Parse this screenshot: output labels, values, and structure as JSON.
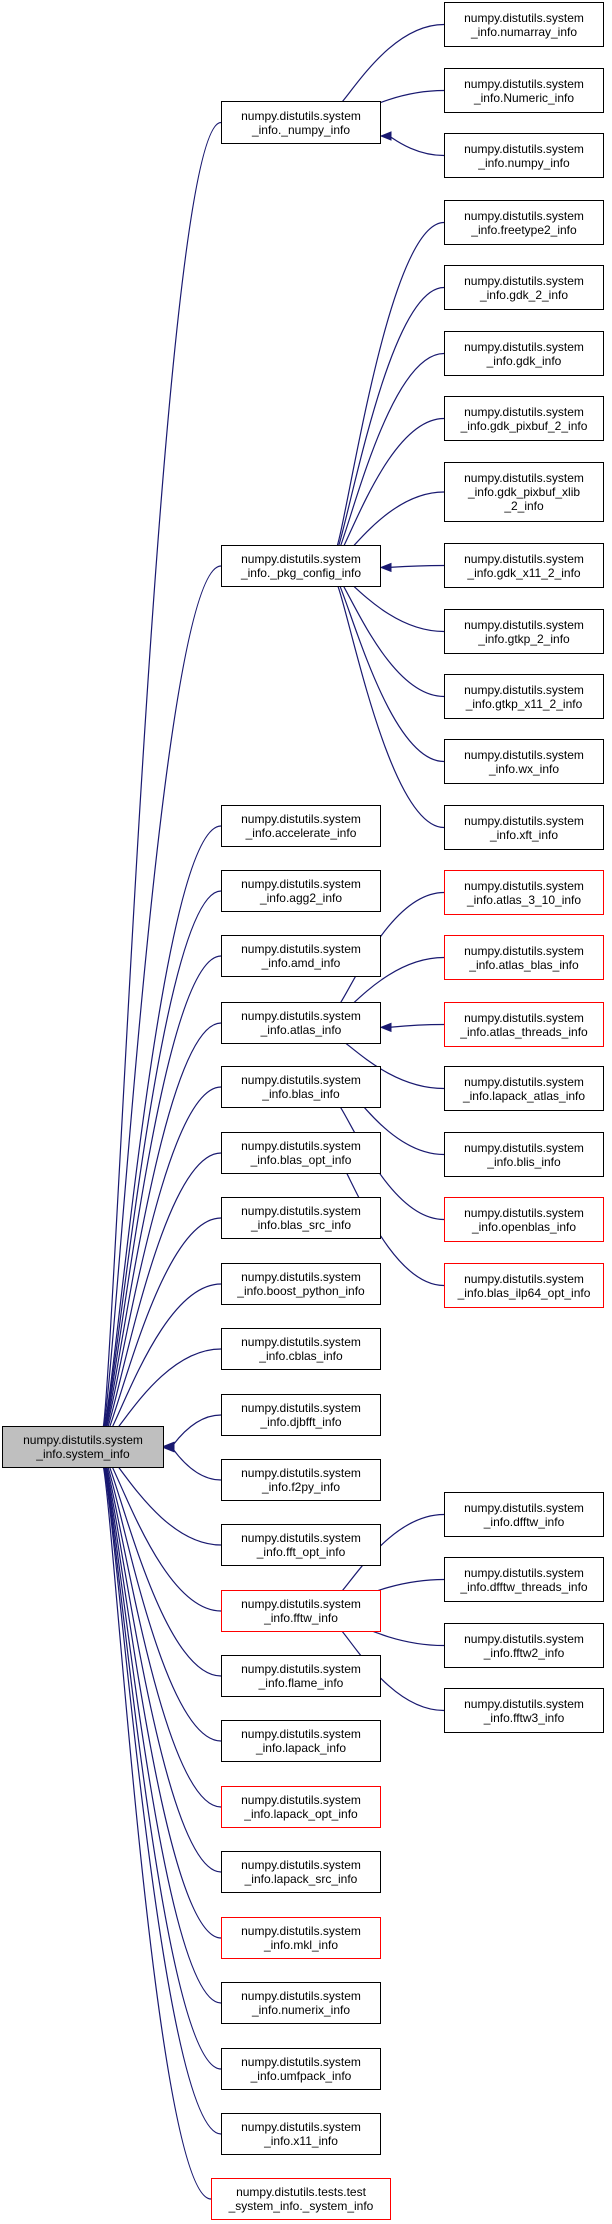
{
  "nodes": {
    "root": {
      "lines": [
        "numpy.distutils.system",
        "_info.system_info"
      ]
    },
    "numpy_info_base": {
      "lines": [
        "numpy.distutils.system",
        "_info._numpy_info"
      ]
    },
    "numarray": {
      "lines": [
        "numpy.distutils.system",
        "_info.numarray_info"
      ]
    },
    "numeric": {
      "lines": [
        "numpy.distutils.system",
        "_info.Numeric_info"
      ]
    },
    "numpy_info": {
      "lines": [
        "numpy.distutils.system",
        "_info.numpy_info"
      ]
    },
    "pkg_config": {
      "lines": [
        "numpy.distutils.system",
        "_info._pkg_config_info"
      ]
    },
    "freetype2": {
      "lines": [
        "numpy.distutils.system",
        "_info.freetype2_info"
      ]
    },
    "gdk_2": {
      "lines": [
        "numpy.distutils.system",
        "_info.gdk_2_info"
      ]
    },
    "gdk": {
      "lines": [
        "numpy.distutils.system",
        "_info.gdk_info"
      ]
    },
    "gdk_pixbuf_2": {
      "lines": [
        "numpy.distutils.system",
        "_info.gdk_pixbuf_2_info"
      ]
    },
    "gdk_pixbuf_xlib": {
      "lines": [
        "numpy.distutils.system",
        "_info.gdk_pixbuf_xlib",
        "_2_info"
      ]
    },
    "gdk_x11": {
      "lines": [
        "numpy.distutils.system",
        "_info.gdk_x11_2_info"
      ]
    },
    "gtkp_2": {
      "lines": [
        "numpy.distutils.system",
        "_info.gtkp_2_info"
      ]
    },
    "gtkp_x11": {
      "lines": [
        "numpy.distutils.system",
        "_info.gtkp_x11_2_info"
      ]
    },
    "wx": {
      "lines": [
        "numpy.distutils.system",
        "_info.wx_info"
      ]
    },
    "xft": {
      "lines": [
        "numpy.distutils.system",
        "_info.xft_info"
      ]
    },
    "accelerate": {
      "lines": [
        "numpy.distutils.system",
        "_info.accelerate_info"
      ]
    },
    "agg2": {
      "lines": [
        "numpy.distutils.system",
        "_info.agg2_info"
      ]
    },
    "amd": {
      "lines": [
        "numpy.distutils.system",
        "_info.amd_info"
      ]
    },
    "atlas": {
      "lines": [
        "numpy.distutils.system",
        "_info.atlas_info"
      ]
    },
    "atlas_3_10": {
      "lines": [
        "numpy.distutils.system",
        "_info.atlas_3_10_info"
      ]
    },
    "atlas_blas": {
      "lines": [
        "numpy.distutils.system",
        "_info.atlas_blas_info"
      ]
    },
    "atlas_threads": {
      "lines": [
        "numpy.distutils.system",
        "_info.atlas_threads_info"
      ]
    },
    "lapack_atlas": {
      "lines": [
        "numpy.distutils.system",
        "_info.lapack_atlas_info"
      ]
    },
    "blas": {
      "lines": [
        "numpy.distutils.system",
        "_info.blas_info"
      ]
    },
    "blis": {
      "lines": [
        "numpy.distutils.system",
        "_info.blis_info"
      ]
    },
    "openblas": {
      "lines": [
        "numpy.distutils.system",
        "_info.openblas_info"
      ]
    },
    "blas_opt": {
      "lines": [
        "numpy.distutils.system",
        "_info.blas_opt_info"
      ]
    },
    "blas_ilp64": {
      "lines": [
        "numpy.distutils.system",
        "_info.blas_ilp64_opt_info"
      ]
    },
    "blas_src": {
      "lines": [
        "numpy.distutils.system",
        "_info.blas_src_info"
      ]
    },
    "boost_python": {
      "lines": [
        "numpy.distutils.system",
        "_info.boost_python_info"
      ]
    },
    "cblas": {
      "lines": [
        "numpy.distutils.system",
        "_info.cblas_info"
      ]
    },
    "djbfft": {
      "lines": [
        "numpy.distutils.system",
        "_info.djbfft_info"
      ]
    },
    "f2py": {
      "lines": [
        "numpy.distutils.system",
        "_info.f2py_info"
      ]
    },
    "fft_opt": {
      "lines": [
        "numpy.distutils.system",
        "_info.fft_opt_info"
      ]
    },
    "fftw": {
      "lines": [
        "numpy.distutils.system",
        "_info.fftw_info"
      ]
    },
    "dfftw": {
      "lines": [
        "numpy.distutils.system",
        "_info.dfftw_info"
      ]
    },
    "dfftw_threads": {
      "lines": [
        "numpy.distutils.system",
        "_info.dfftw_threads_info"
      ]
    },
    "fftw2": {
      "lines": [
        "numpy.distutils.system",
        "_info.fftw2_info"
      ]
    },
    "fftw3": {
      "lines": [
        "numpy.distutils.system",
        "_info.fftw3_info"
      ]
    },
    "flame": {
      "lines": [
        "numpy.distutils.system",
        "_info.flame_info"
      ]
    },
    "lapack": {
      "lines": [
        "numpy.distutils.system",
        "_info.lapack_info"
      ]
    },
    "lapack_opt": {
      "lines": [
        "numpy.distutils.system",
        "_info.lapack_opt_info"
      ]
    },
    "lapack_src": {
      "lines": [
        "numpy.distutils.system",
        "_info.lapack_src_info"
      ]
    },
    "mkl": {
      "lines": [
        "numpy.distutils.system",
        "_info.mkl_info"
      ]
    },
    "numerix": {
      "lines": [
        "numpy.distutils.system",
        "_info.numerix_info"
      ]
    },
    "umfpack": {
      "lines": [
        "numpy.distutils.system",
        "_info.umfpack_info"
      ]
    },
    "x11": {
      "lines": [
        "numpy.distutils.system",
        "_info.x11_info"
      ]
    },
    "test_system": {
      "lines": [
        "numpy.distutils.tests.test",
        "_system_info._system_info"
      ]
    }
  },
  "edges": [
    [
      "numarray",
      "numpy_info_base"
    ],
    [
      "numeric",
      "numpy_info_base"
    ],
    [
      "numpy_info",
      "numpy_info_base"
    ],
    [
      "freetype2",
      "pkg_config"
    ],
    [
      "gdk_2",
      "pkg_config"
    ],
    [
      "gdk",
      "pkg_config"
    ],
    [
      "gdk_pixbuf_2",
      "pkg_config"
    ],
    [
      "gdk_pixbuf_xlib",
      "pkg_config"
    ],
    [
      "gdk_x11",
      "pkg_config"
    ],
    [
      "gtkp_2",
      "pkg_config"
    ],
    [
      "gtkp_x11",
      "pkg_config"
    ],
    [
      "wx",
      "pkg_config"
    ],
    [
      "xft",
      "pkg_config"
    ],
    [
      "atlas_3_10",
      "atlas"
    ],
    [
      "atlas_blas",
      "atlas"
    ],
    [
      "atlas_threads",
      "atlas"
    ],
    [
      "lapack_atlas",
      "atlas"
    ],
    [
      "blis",
      "blas"
    ],
    [
      "openblas",
      "blas"
    ],
    [
      "blas_ilp64",
      "blas_opt"
    ],
    [
      "dfftw",
      "fftw"
    ],
    [
      "dfftw_threads",
      "fftw"
    ],
    [
      "fftw2",
      "fftw"
    ],
    [
      "fftw3",
      "fftw"
    ],
    [
      "numpy_info_base",
      "root"
    ],
    [
      "pkg_config",
      "root"
    ],
    [
      "accelerate",
      "root"
    ],
    [
      "agg2",
      "root"
    ],
    [
      "amd",
      "root"
    ],
    [
      "atlas",
      "root"
    ],
    [
      "blas",
      "root"
    ],
    [
      "blas_opt",
      "root"
    ],
    [
      "blas_src",
      "root"
    ],
    [
      "boost_python",
      "root"
    ],
    [
      "cblas",
      "root"
    ],
    [
      "djbfft",
      "root"
    ],
    [
      "f2py",
      "root"
    ],
    [
      "fft_opt",
      "root"
    ],
    [
      "fftw",
      "root"
    ],
    [
      "flame",
      "root"
    ],
    [
      "lapack",
      "root"
    ],
    [
      "lapack_opt",
      "root"
    ],
    [
      "lapack_src",
      "root"
    ],
    [
      "mkl",
      "root"
    ],
    [
      "numerix",
      "root"
    ],
    [
      "umfpack",
      "root"
    ],
    [
      "x11",
      "root"
    ],
    [
      "test_system",
      "root"
    ]
  ]
}
